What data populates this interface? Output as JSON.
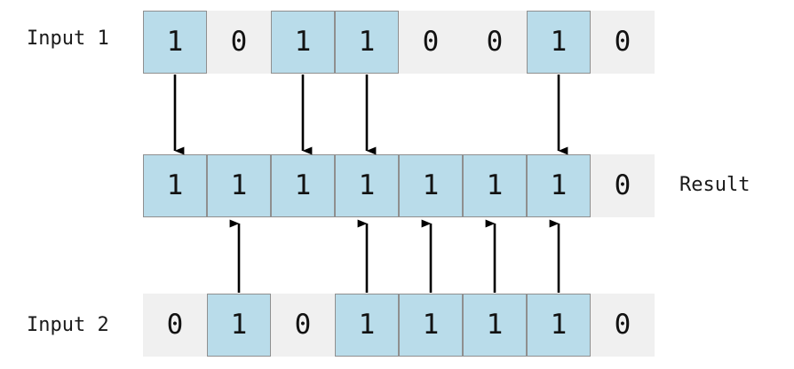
{
  "diagram": {
    "title_text": "",
    "colors": {
      "cell_on": "#b9dcea",
      "cell_off": "#f0f0f0",
      "cell_border": "#8f8f8f",
      "arrow": "#000000",
      "text": "#121212",
      "background": "#ffffff"
    },
    "rows": [
      {
        "id": "input1",
        "label": "Input 1",
        "label_side": "left",
        "bits": [
          "1",
          "0",
          "1",
          "1",
          "0",
          "0",
          "1",
          "0"
        ],
        "highlighted": [
          true,
          false,
          true,
          true,
          false,
          false,
          true,
          false
        ]
      },
      {
        "id": "result",
        "label": "Result",
        "label_side": "right",
        "bits": [
          "1",
          "1",
          "1",
          "1",
          "1",
          "1",
          "1",
          "0"
        ],
        "highlighted": [
          true,
          true,
          true,
          true,
          true,
          true,
          true,
          false
        ]
      },
      {
        "id": "input2",
        "label": "Input 2",
        "label_side": "left",
        "bits": [
          "0",
          "1",
          "0",
          "1",
          "1",
          "1",
          "1",
          "0"
        ],
        "highlighted": [
          false,
          true,
          false,
          true,
          true,
          true,
          true,
          false
        ]
      }
    ],
    "arrows": {
      "down_from_input1_at": [
        0,
        2,
        3,
        6
      ],
      "up_from_input2_at": [
        1,
        3,
        4,
        5,
        6
      ]
    }
  }
}
